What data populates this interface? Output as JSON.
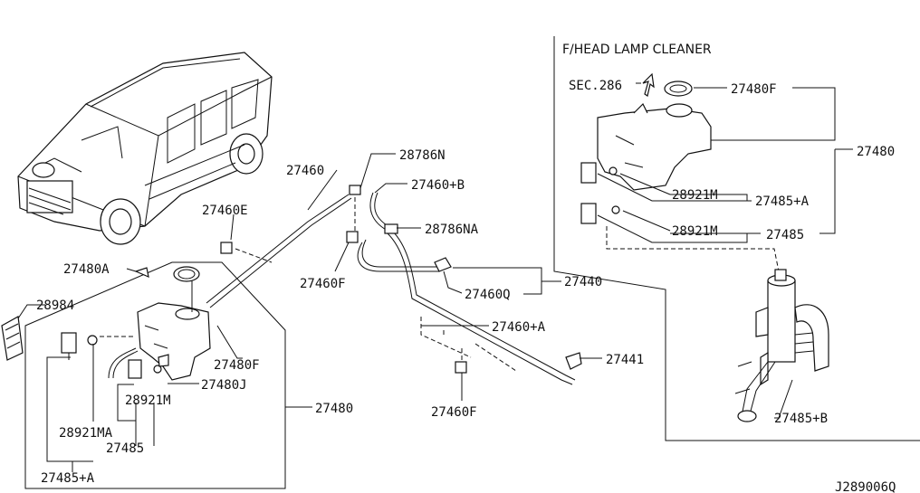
{
  "section_title": "F/HEAD LAMP CLEANER",
  "diagram_id": "J289006Q",
  "labels": {
    "p27460_top": "27460",
    "p28786n": "28786N",
    "p27460b": "27460+B",
    "p27460e": "27460E",
    "p28786na": "28786NA",
    "p27480a": "27480A",
    "p27460f_mid": "27460F",
    "p27460q": "27460Q",
    "p27440": "27440",
    "p28984": "28984",
    "p27460a": "27460+A",
    "p27480f_left": "27480F",
    "p27441": "27441",
    "p27480j": "27480J",
    "p28921m_left": "28921M",
    "p27480_left": "27480",
    "p28921ma": "28921MA",
    "p27460f_bot": "27460F",
    "p27485_left": "27485",
    "p27485a_left": "27485+A",
    "sec286": "SEC.286",
    "p27480f_right": "27480F",
    "p27480_right": "27480",
    "p28921m_r1": "28921M",
    "p27485a_right": "27485+A",
    "p28921m_r2": "28921M",
    "p27485_right": "27485",
    "p27485b": "27485+B"
  }
}
